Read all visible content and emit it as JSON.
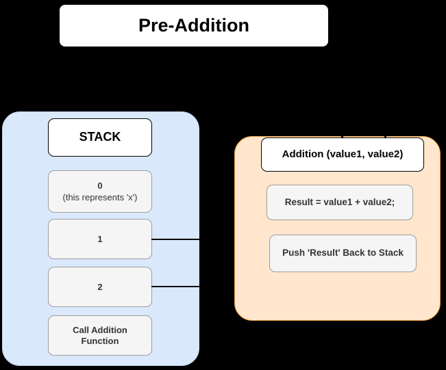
{
  "title": {
    "text": "Pre-Addition"
  },
  "stack_panel": {
    "header": "STACK",
    "frames": [
      {
        "value": "0",
        "note": "(this represents 'x')"
      },
      {
        "value": "1",
        "note": ""
      },
      {
        "value": "2",
        "note": ""
      },
      {
        "value": "Call Addition\nFunction",
        "note": ""
      }
    ]
  },
  "function_panel": {
    "header": "Addition (value1, value2)",
    "steps": [
      "Result = value1 + value2;",
      "Push 'Result' Back to Stack"
    ]
  },
  "colors": {
    "background": "#000000",
    "stack_panel_fill": "#dae8fc",
    "function_panel_fill": "#ffe6cc",
    "function_panel_border": "#f0a03c",
    "node_fill": "#f5f5f5",
    "node_border": "#9e9e9e",
    "title_fill": "#ffffff",
    "connector": "#000000"
  }
}
